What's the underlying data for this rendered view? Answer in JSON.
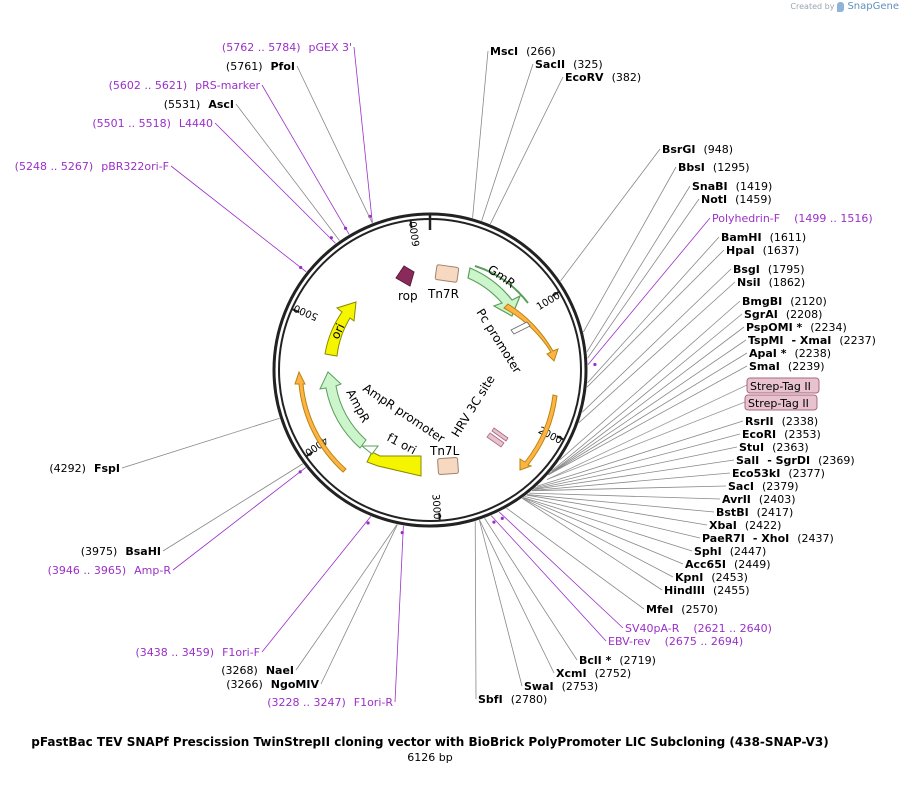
{
  "credit": {
    "created_by": "Created by",
    "brand": "SnapGene"
  },
  "title": "pFastBac TEV SNAPf Prescission TwinStrepII cloning vector with BioBrick PolyPromoter LIC Subcloning (438-SNAP-V3)",
  "length_text": "6126 bp",
  "length": 6126,
  "colors": {
    "backbone": "#222222",
    "primer": "#9b30c8",
    "line": "#777777",
    "promoter_fill": "#ffb347",
    "promoter_stroke": "#b8860b",
    "cds_green_fill": "#ccf5cc",
    "cds_green_stroke": "#5aa05a",
    "cds_yellow": "#f5f500",
    "terminator": "#f6d9c0",
    "rop": "#8a2a5a",
    "tag_fill": "#e8c2cf",
    "tag_stroke": "#a8687e"
  },
  "ticks": [
    {
      "bp": 1000,
      "label": "1000"
    },
    {
      "bp": 2000,
      "label": "2000"
    },
    {
      "bp": 3000,
      "label": "3000"
    },
    {
      "bp": 4000,
      "label": "4000"
    },
    {
      "bp": 5000,
      "label": "5000"
    },
    {
      "bp": 6000,
      "label": "6000"
    }
  ],
  "features": [
    {
      "label": "GmR",
      "icon": "cds-arrow",
      "color": "cds_green"
    },
    {
      "label": "Pc promoter",
      "icon": "promoter-arrow",
      "color": "promoter"
    },
    {
      "label": "HRV 3C site",
      "icon": "cleavage-site",
      "color": "tag"
    },
    {
      "label": "Tn7L",
      "icon": "terminator-box",
      "color": "terminator"
    },
    {
      "label": "f1 ori",
      "icon": "ori-arrow",
      "color": "cds_yellow"
    },
    {
      "label": "AmpR promoter",
      "icon": "promoter-arrow",
      "color": "cds_green"
    },
    {
      "label": "AmpR",
      "icon": "cds-arrow",
      "color": "cds_green"
    },
    {
      "label": "ori",
      "icon": "ori-arrow",
      "color": "cds_yellow"
    },
    {
      "label": "rop",
      "icon": "cds-arrow",
      "color": "rop"
    },
    {
      "label": "Tn7R",
      "icon": "terminator-box",
      "color": "terminator"
    }
  ],
  "right_sites": [
    {
      "name": "MscI",
      "pos": "(266)"
    },
    {
      "name": "SacII",
      "pos": "(325)"
    },
    {
      "name": "EcoRV",
      "pos": "(382)"
    },
    {
      "name": "BsrGI",
      "pos": "(948)"
    },
    {
      "name": "BbsI",
      "pos": "(1295)"
    },
    {
      "name": "SnaBI",
      "pos": "(1419)"
    },
    {
      "name": "NotI",
      "pos": "(1459)"
    },
    {
      "name": "Polyhedrin-F",
      "pos": "(1499 .. 1516)",
      "primer": true
    },
    {
      "name": "BamHI",
      "pos": "(1611)"
    },
    {
      "name": "HpaI",
      "pos": "(1637)"
    },
    {
      "name": "BsgI",
      "pos": "(1795)"
    },
    {
      "name": "NsiI",
      "pos": "(1862)"
    },
    {
      "name": "BmgBI",
      "pos": "(2120)"
    },
    {
      "name": "SgrAI",
      "pos": "(2208)"
    },
    {
      "name": "PspOMI *",
      "pos": "(2234)"
    },
    {
      "name": "TspMI",
      "name2": "- XmaI",
      "pos": "(2237)"
    },
    {
      "name": "ApaI *",
      "pos": "(2238)"
    },
    {
      "name": "SmaI",
      "pos": "(2239)"
    },
    {
      "name": "Strep-Tag II",
      "tag": true
    },
    {
      "name": "Strep-Tag II",
      "tag": true
    },
    {
      "name": "RsrII",
      "pos": "(2338)"
    },
    {
      "name": "EcoRI",
      "pos": "(2353)"
    },
    {
      "name": "StuI",
      "pos": "(2363)"
    },
    {
      "name": "SalI",
      "name2": "- SgrDI",
      "pos": "(2369)"
    },
    {
      "name": "Eco53kI",
      "pos": "(2377)"
    },
    {
      "name": "SacI",
      "pos": "(2379)"
    },
    {
      "name": "AvrII",
      "pos": "(2403)"
    },
    {
      "name": "BstBI",
      "pos": "(2417)"
    },
    {
      "name": "XbaI",
      "pos": "(2422)"
    },
    {
      "name": "PaeR7I",
      "name2": "- XhoI",
      "pos": "(2437)"
    },
    {
      "name": "SphI",
      "pos": "(2447)"
    },
    {
      "name": "Acc65I",
      "pos": "(2449)"
    },
    {
      "name": "KpnI",
      "pos": "(2453)"
    },
    {
      "name": "HindIII",
      "pos": "(2455)"
    },
    {
      "name": "MfeI",
      "pos": "(2570)"
    },
    {
      "name": "SV40pA-R",
      "pos": "(2621 .. 2640)",
      "primer": true
    },
    {
      "name": "EBV-rev",
      "pos": "(2675 .. 2694)",
      "primer": true
    },
    {
      "name": "BclI *",
      "pos": "(2719)"
    },
    {
      "name": "XcmI",
      "pos": "(2752)"
    },
    {
      "name": "SwaI",
      "pos": "(2753)"
    },
    {
      "name": "SbfI",
      "pos": "(2780)"
    }
  ],
  "left_sites": [
    {
      "name": "pGEX 3'",
      "pos": "(5762 .. 5784)",
      "primer": true
    },
    {
      "name": "PfoI",
      "pos": "(5761)"
    },
    {
      "name": "pRS-marker",
      "pos": "(5602 .. 5621)",
      "primer": true
    },
    {
      "name": "AscI",
      "pos": "(5531)"
    },
    {
      "name": "L4440",
      "pos": "(5501 .. 5518)",
      "primer": true
    },
    {
      "name": "pBR322ori-F",
      "pos": "(5248 .. 5267)",
      "primer": true
    },
    {
      "name": "FspI",
      "pos": "(4292)"
    },
    {
      "name": "BsaHI",
      "pos": "(3975)"
    },
    {
      "name": "Amp-R",
      "pos": "(3946 .. 3965)",
      "primer": true
    },
    {
      "name": "F1ori-F",
      "pos": "(3438 .. 3459)",
      "primer": true
    },
    {
      "name": "NaeI",
      "pos": "(3268)"
    },
    {
      "name": "NgoMIV",
      "pos": "(3266)"
    },
    {
      "name": "F1ori-R",
      "pos": "(3228 .. 3247)",
      "primer": true
    }
  ]
}
